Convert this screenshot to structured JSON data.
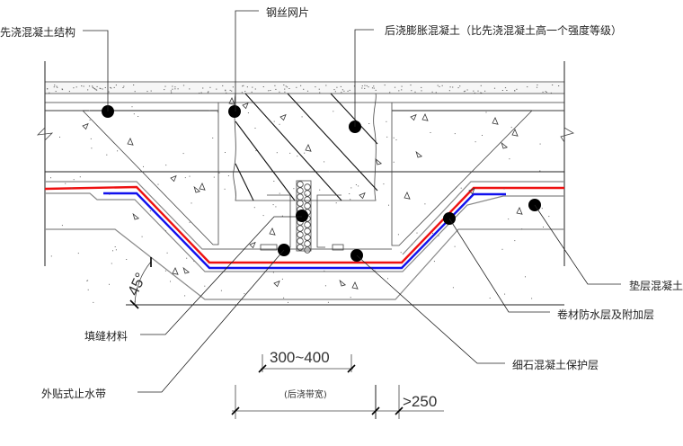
{
  "title": "后浇带防水构造",
  "labels": {
    "cast_in_place_structure": "先浇混凝土结构",
    "wire_mesh": "钢丝网片",
    "post_cast_expansion_concrete": "后浇膨胀混凝土（比先浇混凝土高一个强度等级）",
    "cushion_concrete": "垫层混凝土",
    "membrane_waterproof_layer": "卷材防水层及附加层",
    "joint_filler": "填缝材料",
    "fine_aggregate_protection": "细石混凝土保护层",
    "external_waterstop": "外贴式止水带"
  },
  "dimensions": {
    "band_width_range": "300~400",
    "band_width_note": "(后浇带宽)",
    "min_extension": ">250",
    "slope_angle": "45°"
  },
  "colors": {
    "waterproof_membrane_outer": "#ee1111",
    "waterproof_membrane_inner": "#1111ee",
    "line": "#222222"
  }
}
